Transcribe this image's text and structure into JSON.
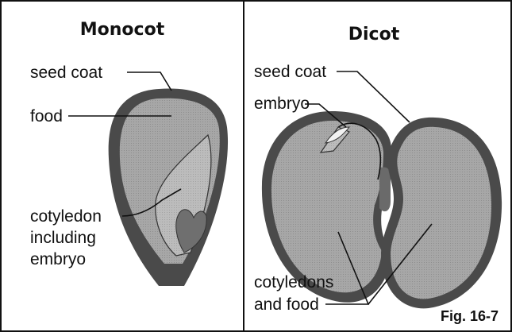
{
  "figure_label": "Fig. 16-7",
  "monocot": {
    "title": "Monocot",
    "labels": {
      "seed_coat": "seed coat",
      "food": "food",
      "cotyledon_line1": "cotyledon",
      "cotyledon_line2": "including",
      "cotyledon_line3": "embryo"
    }
  },
  "dicot": {
    "title": "Dicot",
    "labels": {
      "seed_coat": "seed coat",
      "embryo": "embryo",
      "cotyledons_line1": "cotyledons",
      "cotyledons_line2": "and food"
    }
  },
  "colors": {
    "seed_coat": "#4a4a4a",
    "food": "#a9a9a9",
    "cotyledon": "#bdbdbd",
    "embryo": "#6f6f6f",
    "border": "#111111"
  }
}
